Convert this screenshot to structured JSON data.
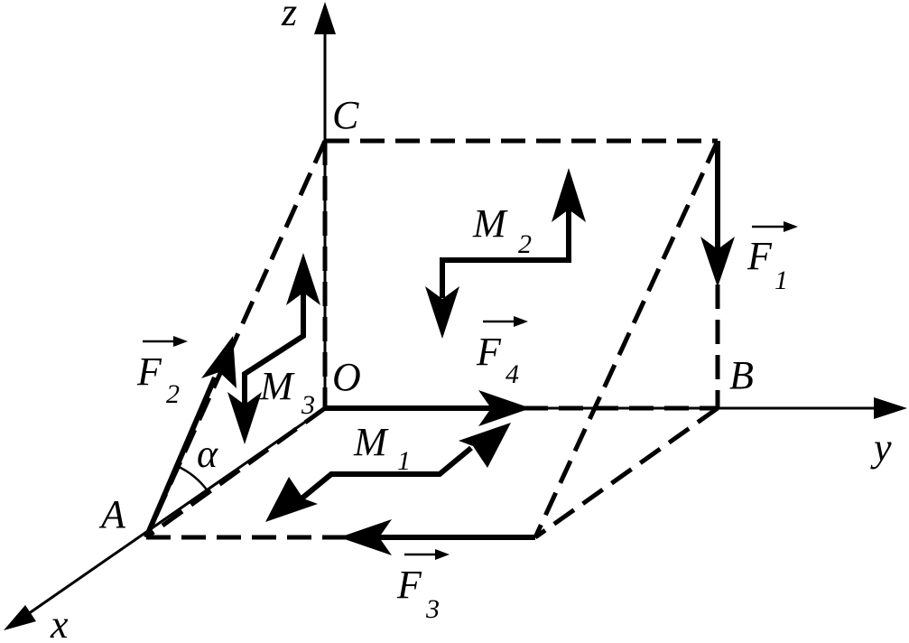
{
  "axes": {
    "z": "z",
    "y": "y",
    "x": "x"
  },
  "points": {
    "C": "C",
    "O": "O",
    "B": "B",
    "A": "A"
  },
  "angle": "α",
  "forces": [
    {
      "symbol": "F",
      "sub": "1"
    },
    {
      "symbol": "F",
      "sub": "2"
    },
    {
      "symbol": "F",
      "sub": "3"
    },
    {
      "symbol": "F",
      "sub": "4"
    }
  ],
  "moments": [
    {
      "symbol": "M",
      "sub": "1"
    },
    {
      "symbol": "M",
      "sub": "2"
    },
    {
      "symbol": "M",
      "sub": "3"
    }
  ]
}
